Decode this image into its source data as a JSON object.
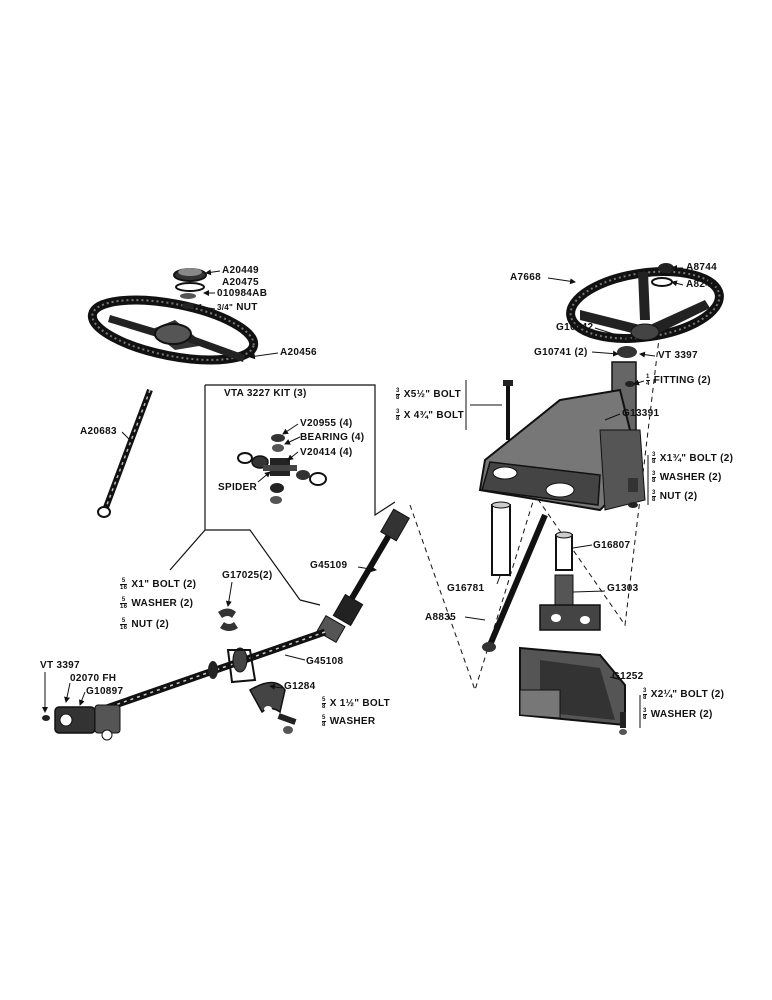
{
  "diagram": {
    "left_assembly": {
      "wheel_hub_parts": [
        "A20449",
        "A20475",
        "010984AB",
        "NUT"
      ],
      "nut_fraction": "3/4\"",
      "wheel": "A20456",
      "shaft": "A20683"
    },
    "kit": {
      "title": "VTA 3227 KIT (3)",
      "parts": [
        "V20955 (4)",
        "BEARING (4)",
        "V20414 (4)",
        "SPIDER"
      ]
    },
    "joint_hardware": {
      "bolt": {
        "fraction": "5/16",
        "text": "X1\" BOLT (2)"
      },
      "washer": {
        "fraction": "5/16",
        "text": "WASHER (2)"
      },
      "nut": {
        "fraction": "5/16",
        "text": "NUT (2)"
      },
      "part": "G17025(2)"
    },
    "shaft_parts": {
      "upper_shaft": "G45109",
      "lower_shaft": "G45108",
      "bracket": "G1284",
      "bolt": {
        "fraction": "5/8",
        "text": "X 1½\" BOLT"
      },
      "washer": {
        "fraction": "5/8",
        "text": "WASHER"
      },
      "vt": "VT 3397",
      "fh": "02070 FH",
      "yoke": "G10897"
    },
    "right_assembly": {
      "wheel": "A7668",
      "cap": "A8744",
      "cap_ring": "A8248",
      "hub": "G10742",
      "bearing": "G10741 (2)",
      "vt": "VT 3397",
      "fitting": {
        "fraction": "1/4",
        "text": "FITTING (2)"
      },
      "housing": "G13391",
      "bolt_a": {
        "fraction": "3/8",
        "text": "X5½\" BOLT"
      },
      "bolt_b": {
        "fraction": "3/8",
        "text": "X 4¾\" BOLT"
      },
      "side_bolt": {
        "fraction": "3/8",
        "text": "X1¾\" BOLT (2)"
      },
      "side_washer": {
        "fraction": "3/8",
        "text": "WASHER (2)"
      },
      "side_nut": {
        "fraction": "3/8",
        "text": "NUT (2)"
      },
      "tube_left": "G16781",
      "tube_right": "G16807",
      "column": "A8835",
      "support": "G1303",
      "base": "G1252",
      "base_bolt": {
        "fraction": "3/8",
        "text": "X2¼\" BOLT (2)"
      },
      "base_washer": {
        "fraction": "3/8",
        "text": "WASHER (2)"
      }
    }
  }
}
